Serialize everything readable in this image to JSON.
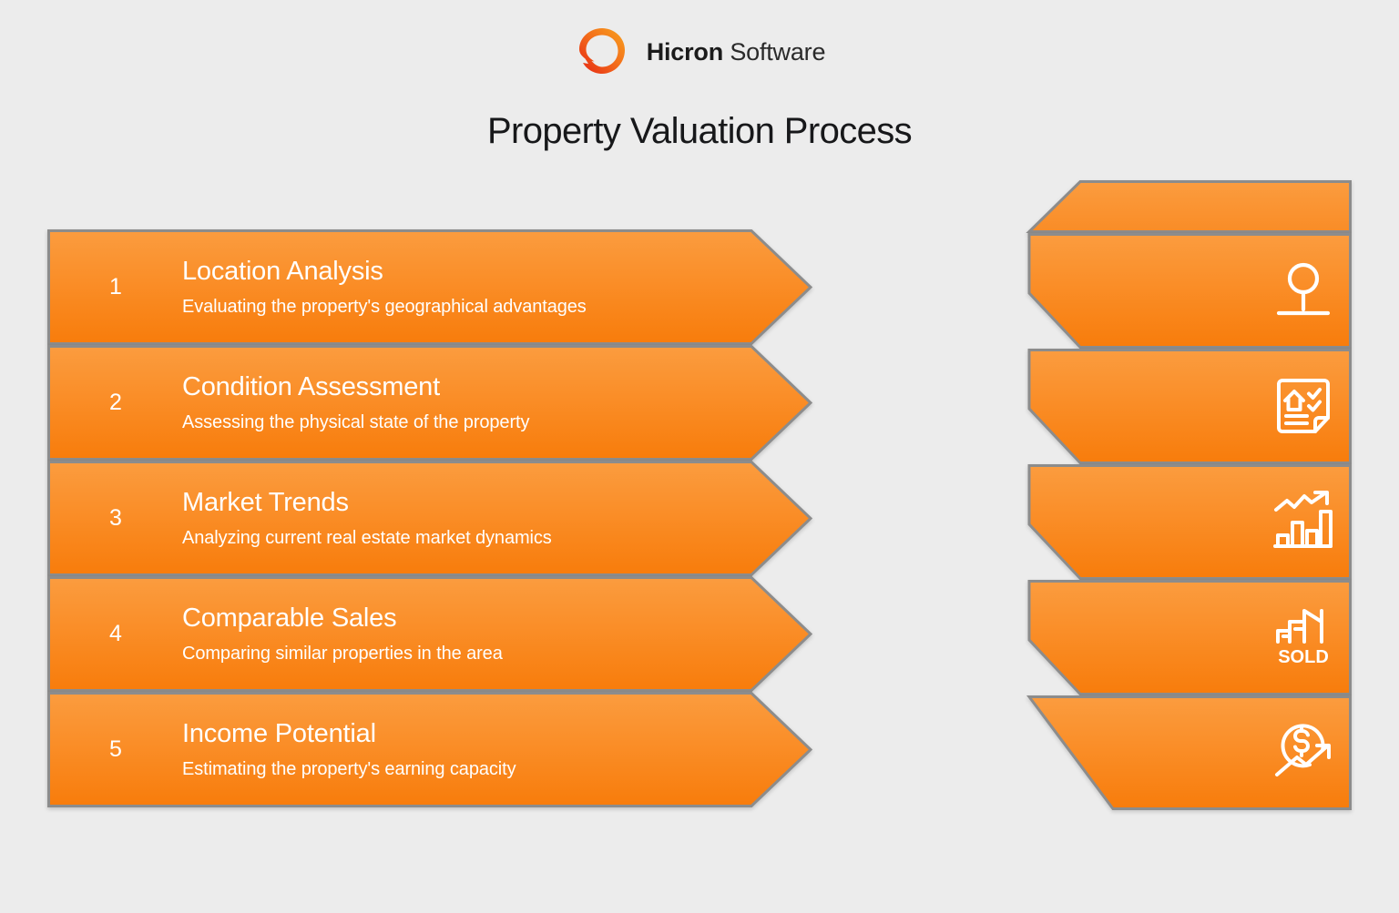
{
  "brand": {
    "logo_icon": "hicron-ring-logo-icon",
    "name_bold": "Hicron",
    "name_light": " Software",
    "logo_gradient_from": "#F5A623",
    "logo_gradient_to": "#E8291C"
  },
  "header": {
    "title": "Property Valuation Process"
  },
  "theme": {
    "background": "#ececec",
    "arrow_gradient_top": "#FB9C3F",
    "arrow_gradient_bottom": "#F87C0B",
    "arrow_stroke": "#8c8c8c",
    "text_on_arrow": "#ffffff",
    "title_color": "#17181a"
  },
  "steps": [
    {
      "number": "1",
      "title": "Location Analysis",
      "description": "Evaluating the property's geographical advantages",
      "icon": "location-pin-icon"
    },
    {
      "number": "2",
      "title": "Condition Assessment",
      "description": "Assessing the physical state of the property",
      "icon": "house-checklist-document-icon"
    },
    {
      "number": "3",
      "title": "Market Trends",
      "description": "Analyzing current real estate market dynamics",
      "icon": "bar-chart-trend-up-icon"
    },
    {
      "number": "4",
      "title": "Comparable Sales",
      "description": "Comparing similar properties in the area",
      "icon": "sold-building-icon",
      "icon_label": "SOLD"
    },
    {
      "number": "5",
      "title": "Income Potential",
      "description": "Estimating the property's earning capacity",
      "icon": "dollar-growth-arrow-icon"
    }
  ]
}
